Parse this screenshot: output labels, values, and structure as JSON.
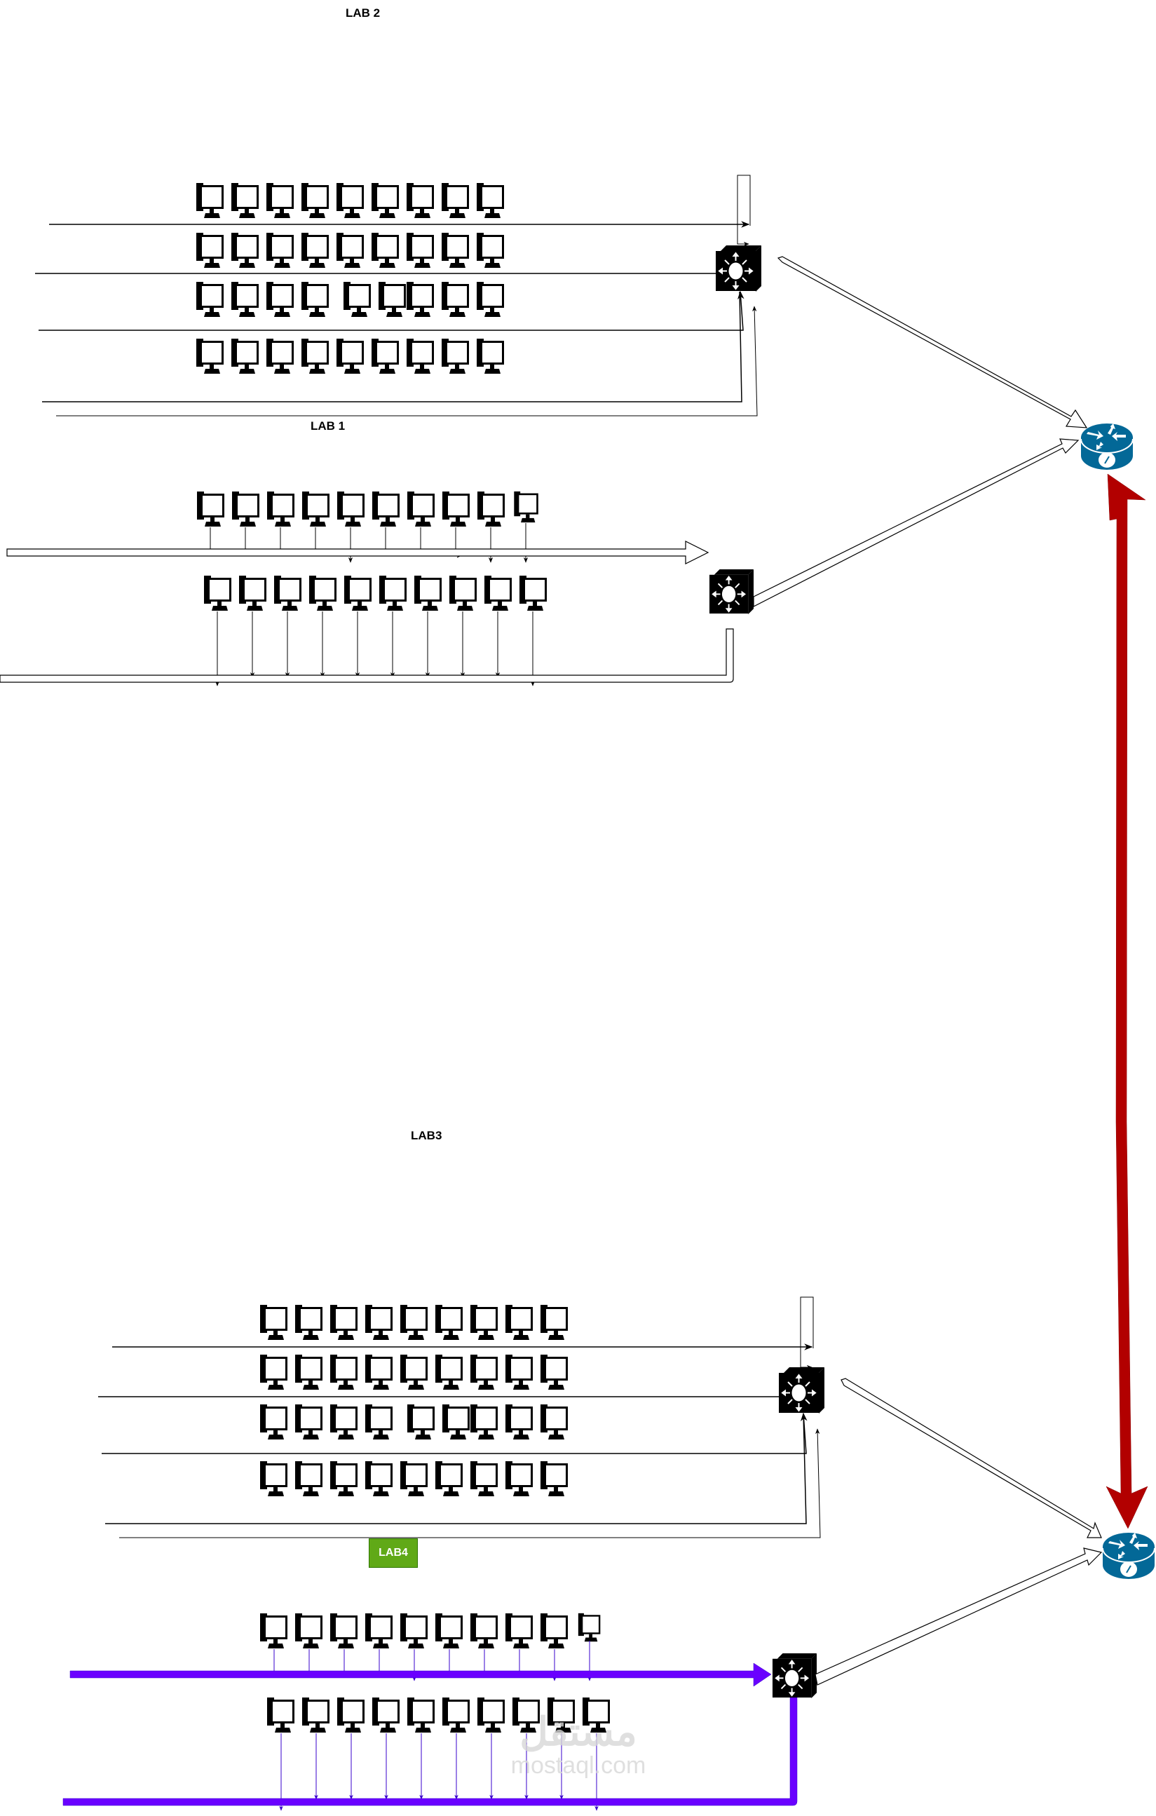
{
  "labels": {
    "lab2": "LAB 2",
    "lab1": "LAB 1",
    "lab3": "LAB3",
    "lab4": "LAB4"
  },
  "watermark": {
    "arabic": "مستقل",
    "latin": "mostaql.com"
  },
  "colors": {
    "lab2_pc_fill": "#f8cecc",
    "lab2_pc_stroke": "#b85450",
    "lab1_pc_fill": "#d5e8d4",
    "lab1_pc_stroke": "#82b366",
    "lab3_pc_fill": "#60a917",
    "lab3_pc_stroke": "#2d7600",
    "lab4_pc_fill": "#6a00ff",
    "lab4_pc_stroke": "#3700cc",
    "switch_blue": "#036897",
    "switch_purple": "#6a00ff",
    "router_blue": "#036897",
    "router_link": "#b20000",
    "lab4_badge": "#60a917"
  },
  "labs": [
    {
      "id": "lab2",
      "pc_rows": 4,
      "pcs_per_row": 9,
      "switch": "lab2-switch",
      "router": "router-1"
    },
    {
      "id": "lab1",
      "pc_rows": 2,
      "pcs_per_row": 10,
      "switch": "lab1-switch",
      "router": "router-1"
    },
    {
      "id": "lab3",
      "pc_rows": 4,
      "pcs_per_row": 9,
      "switch": "lab3-switch",
      "router": "router-2"
    },
    {
      "id": "lab4",
      "pc_rows": 2,
      "pcs_per_row": 10,
      "switch": "lab4-switch",
      "router": "router-2"
    }
  ],
  "devices": {
    "router_1": "router",
    "router_2": "router",
    "inter_router_link": "bidirectional"
  }
}
